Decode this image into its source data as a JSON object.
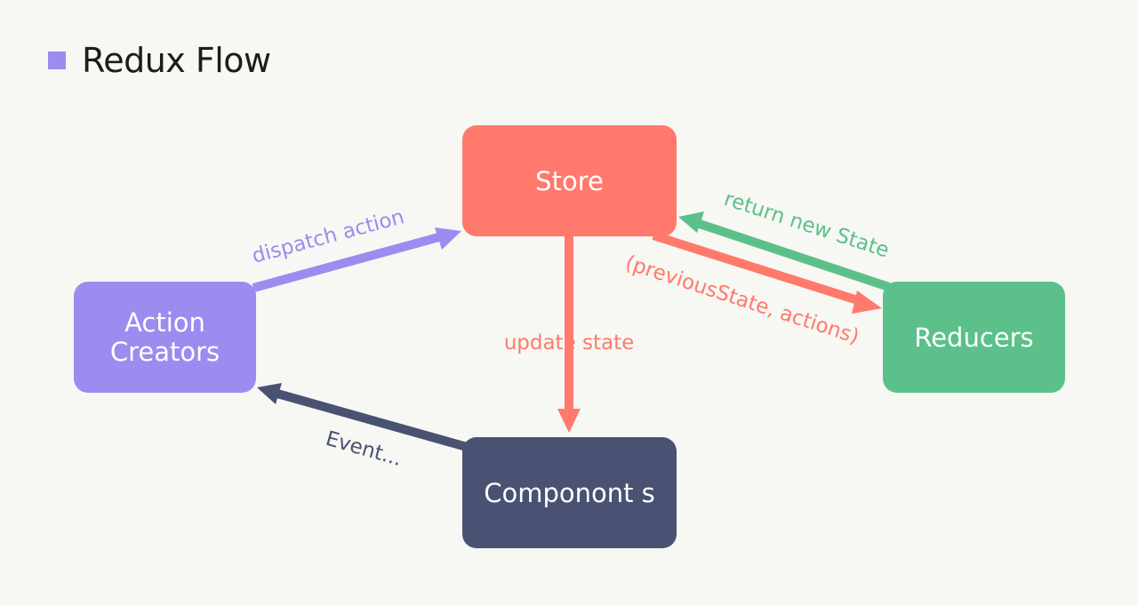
{
  "title": "Redux Flow",
  "colors": {
    "background": "#f7f7f3",
    "action_creators": "#9b8cf0",
    "store": "#ff7a6c",
    "reducers": "#5bc08a",
    "components": "#4a5273"
  },
  "nodes": {
    "store": {
      "label": "Store"
    },
    "action_creators": {
      "line1": "Action",
      "line2": "Creators"
    },
    "reducers": {
      "label": "Reducers"
    },
    "components": {
      "label": "Componont s"
    }
  },
  "edges": {
    "dispatch_action": "dispatch action",
    "update_state": "update state",
    "return_new_state": "return new State",
    "previous_state_actions": "(previousState, actions)",
    "event": "Event..."
  }
}
